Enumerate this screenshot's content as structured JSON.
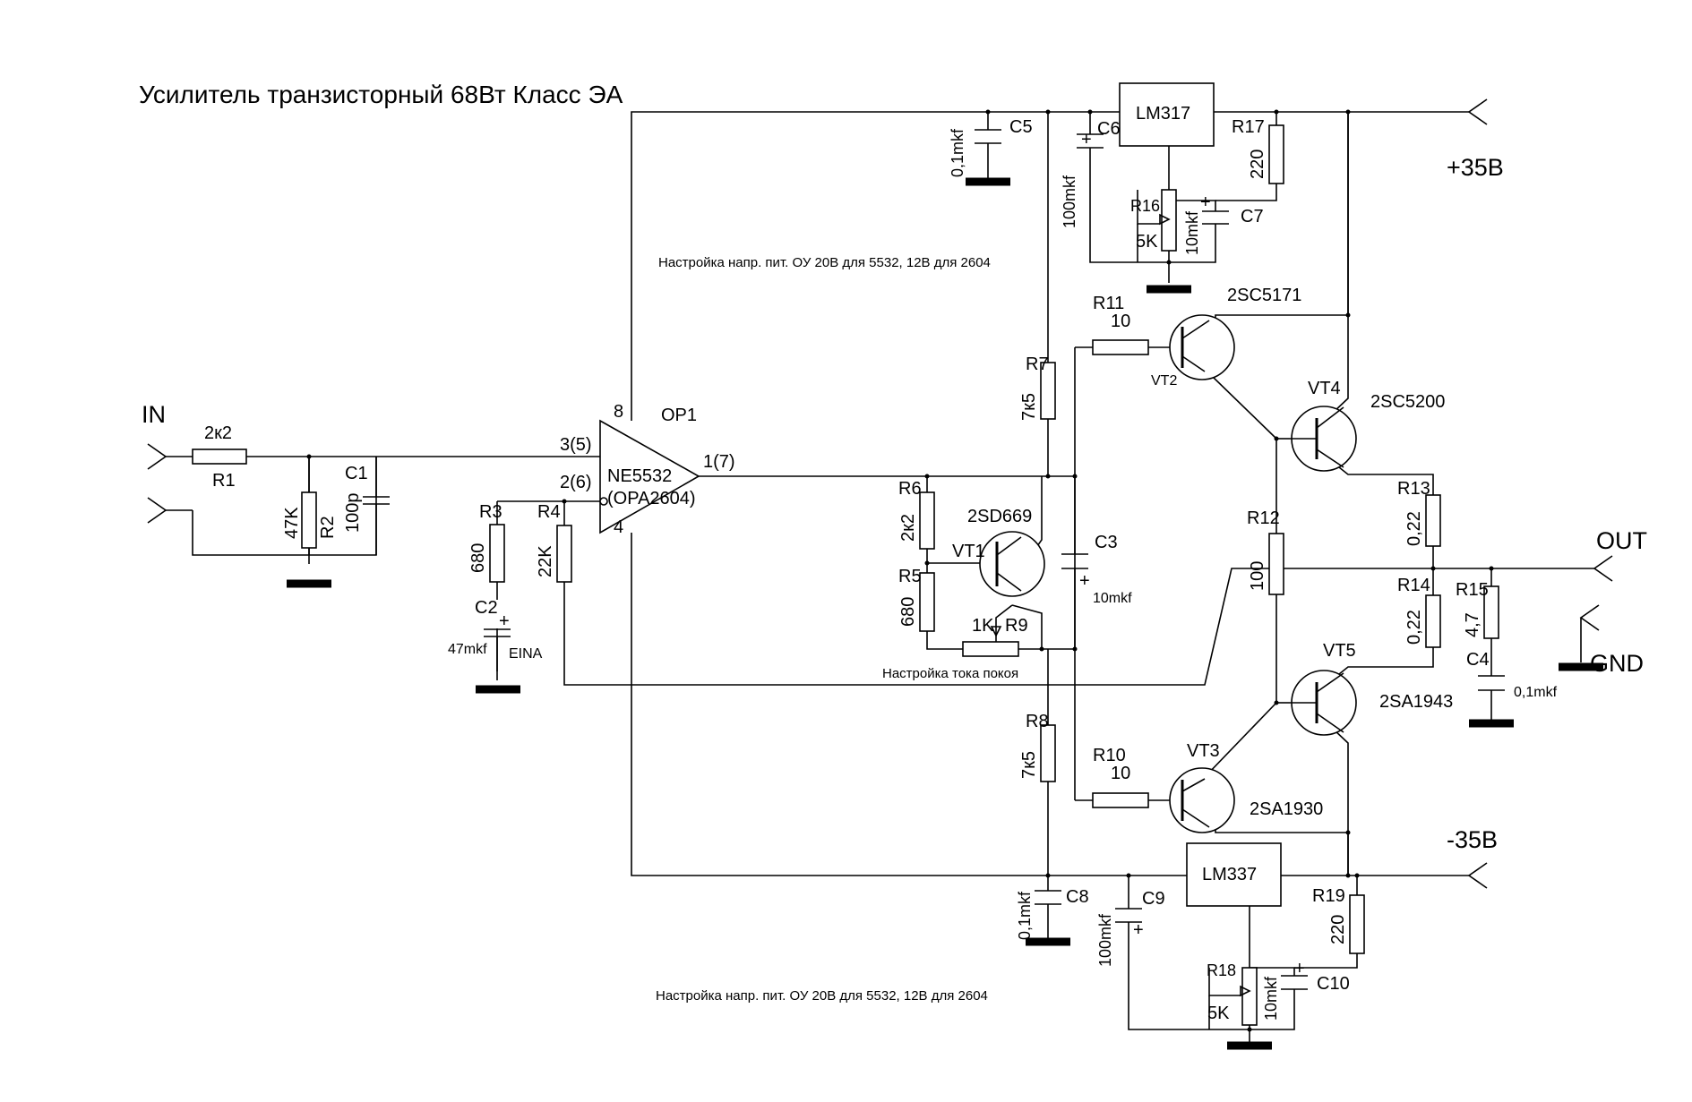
{
  "title": "Усилитель транзисторный 68Вт Класс ЭА",
  "ports": {
    "in": "IN",
    "out": "OUT",
    "gnd": "GND",
    "vpos": "+35В",
    "vneg": "-35В"
  },
  "opamp": {
    "ref": "OP1",
    "name": "NE5532",
    "alt": "(OPA2604)",
    "pin_in_plus": "3(5)",
    "pin_in_minus": "2(6)",
    "pin_out": "1(7)",
    "pin_vpos": "8",
    "pin_vneg": "4"
  },
  "regulators": {
    "pos": "LM317",
    "neg": "LM337"
  },
  "resistors": {
    "R1": {
      "ref": "R1",
      "value": "2к2"
    },
    "R2": {
      "ref": "R2",
      "value": "47K"
    },
    "R3": {
      "ref": "R3",
      "value": "680"
    },
    "R4": {
      "ref": "R4",
      "value": "22K"
    },
    "R5": {
      "ref": "R5",
      "value": "680"
    },
    "R6": {
      "ref": "R6",
      "value": "2к2"
    },
    "R7": {
      "ref": "R7",
      "value": "7к5"
    },
    "R8": {
      "ref": "R8",
      "value": "7к5"
    },
    "R9": {
      "ref": "R9",
      "value": "1K"
    },
    "R10": {
      "ref": "R10",
      "value": "10"
    },
    "R11": {
      "ref": "R11",
      "value": "10"
    },
    "R12": {
      "ref": "R12",
      "value": "100"
    },
    "R13": {
      "ref": "R13",
      "value": "0,22"
    },
    "R14": {
      "ref": "R14",
      "value": "0,22"
    },
    "R15": {
      "ref": "R15",
      "value": "4,7"
    },
    "R16": {
      "ref": "R16",
      "value": "5K"
    },
    "R17": {
      "ref": "R17",
      "value": "220"
    },
    "R18": {
      "ref": "R18",
      "value": "5K"
    },
    "R19": {
      "ref": "R19",
      "value": "220"
    }
  },
  "capacitors": {
    "C1": {
      "ref": "C1",
      "value": "100p"
    },
    "C2": {
      "ref": "C2",
      "value": "47mkf",
      "extra": "EINA"
    },
    "C3": {
      "ref": "C3",
      "value": "10mkf"
    },
    "C4": {
      "ref": "C4",
      "value": "0,1mkf"
    },
    "C5": {
      "ref": "C5",
      "value": "0,1mkf"
    },
    "C6": {
      "ref": "C6",
      "value": "100mkf"
    },
    "C7": {
      "ref": "C7",
      "value": "10mkf"
    },
    "C8": {
      "ref": "C8",
      "value": "0,1mkf"
    },
    "C9": {
      "ref": "C9",
      "value": "100mkf"
    },
    "C10": {
      "ref": "C10",
      "value": "10mkf"
    }
  },
  "transistors": {
    "VT1": {
      "ref": "VT1",
      "part": "2SD669"
    },
    "VT2": {
      "ref": "VT2",
      "part": "2SC5171"
    },
    "VT3": {
      "ref": "VT3",
      "part": "2SA1930"
    },
    "VT4": {
      "ref": "VT4",
      "part": "2SC5200"
    },
    "VT5": {
      "ref": "VT5",
      "part": "2SA1943"
    }
  },
  "notes": {
    "supply_top": "Настройка напр. пит. ОУ 20В для 5532, 12В для 2604",
    "supply_bottom": "Настройка напр. пит. ОУ 20В для 5532, 12В для 2604",
    "bias": "Настройка тока покоя"
  }
}
